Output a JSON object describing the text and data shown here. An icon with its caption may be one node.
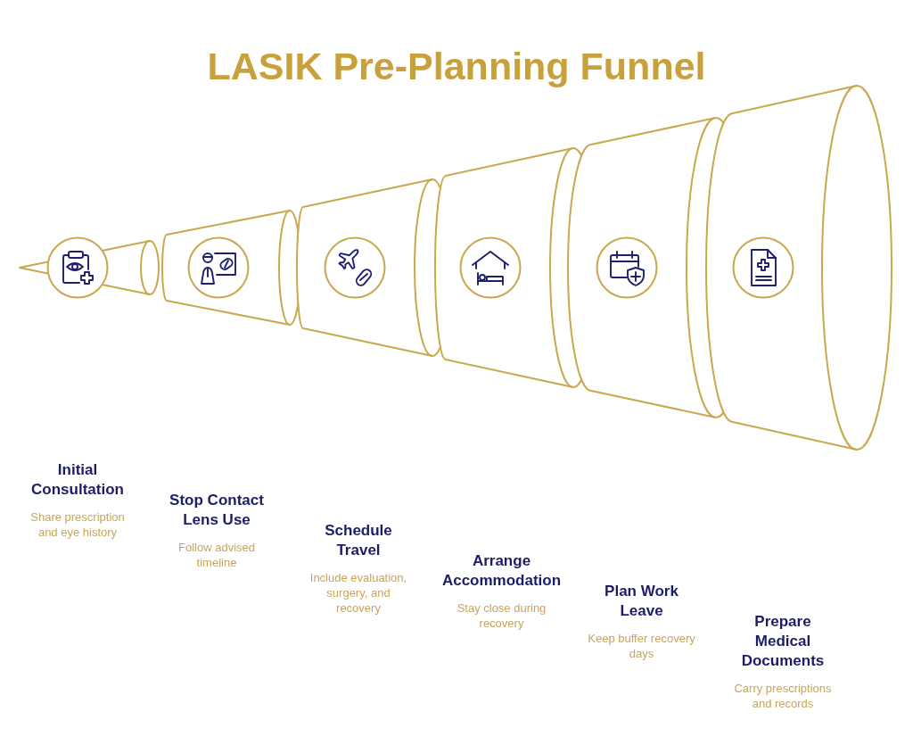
{
  "diagram": {
    "title": "LASIK Pre-Planning Funnel",
    "nodes": [
      {
        "text": [
          "Initial Consultation",
          "Share prescription and eye history"
        ]
      },
      {
        "text": [
          "Stop Contact Lens Use",
          "Follow advised timeline"
        ]
      },
      {
        "text": [
          "Schedule Travel",
          "Include evaluation, surgery, and recovery"
        ]
      },
      {
        "text": [
          "Arrange Accommodation",
          "Stay close during recovery"
        ]
      },
      {
        "text": [
          "Plan Work Leave",
          "Keep buffer recovery days"
        ]
      },
      {
        "text": [
          "Prepare Medical Documents",
          "Carry prescriptions and records"
        ]
      }
    ]
  }
}
